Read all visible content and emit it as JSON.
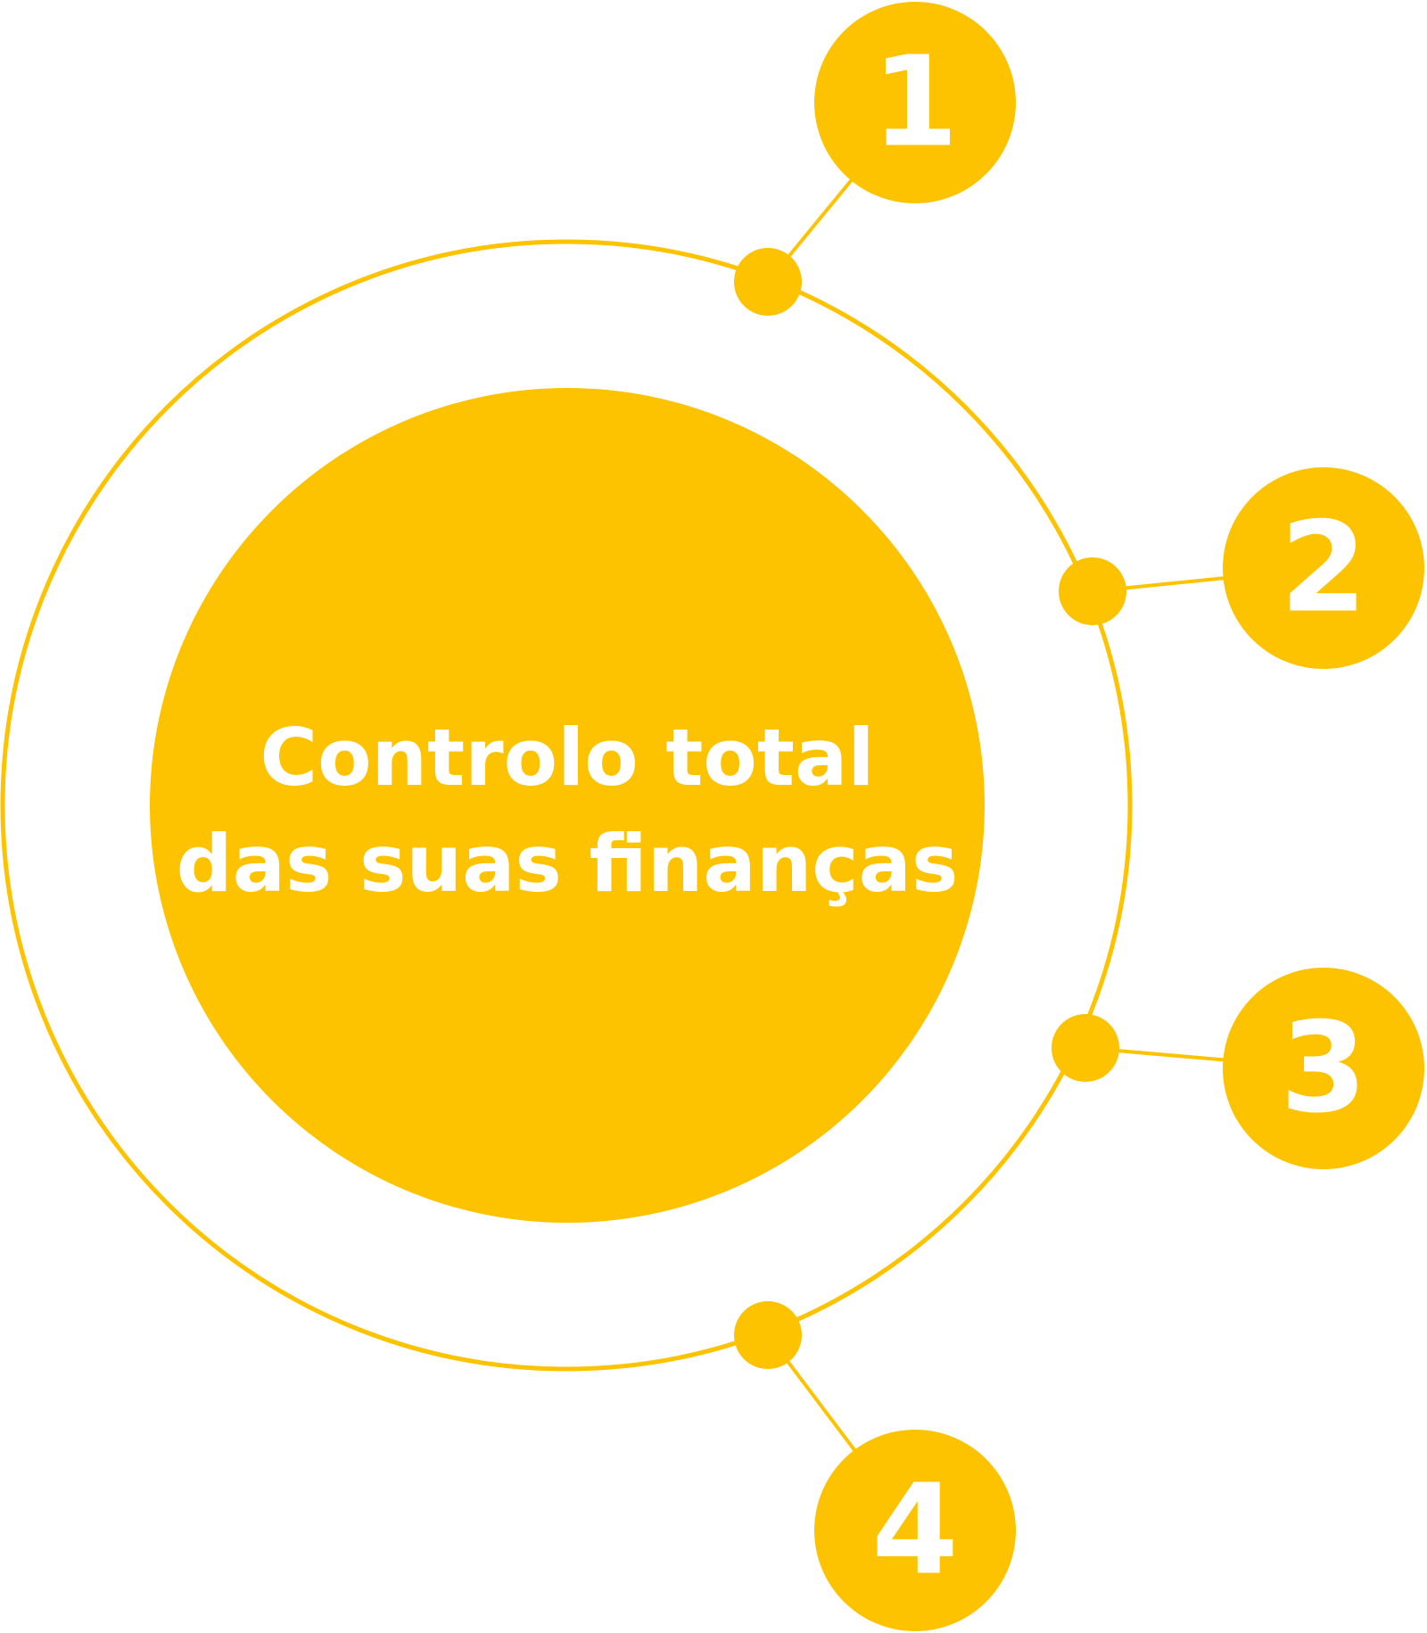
{
  "center": {
    "line1": "Controlo total",
    "line2": "das suas finanças"
  },
  "nodes": [
    {
      "label": "1"
    },
    {
      "label": "2"
    },
    {
      "label": "3"
    },
    {
      "label": "4"
    }
  ],
  "colors": {
    "accent": "#FDC300",
    "text": "#FFFFFF",
    "background": "#FFFFFF"
  }
}
